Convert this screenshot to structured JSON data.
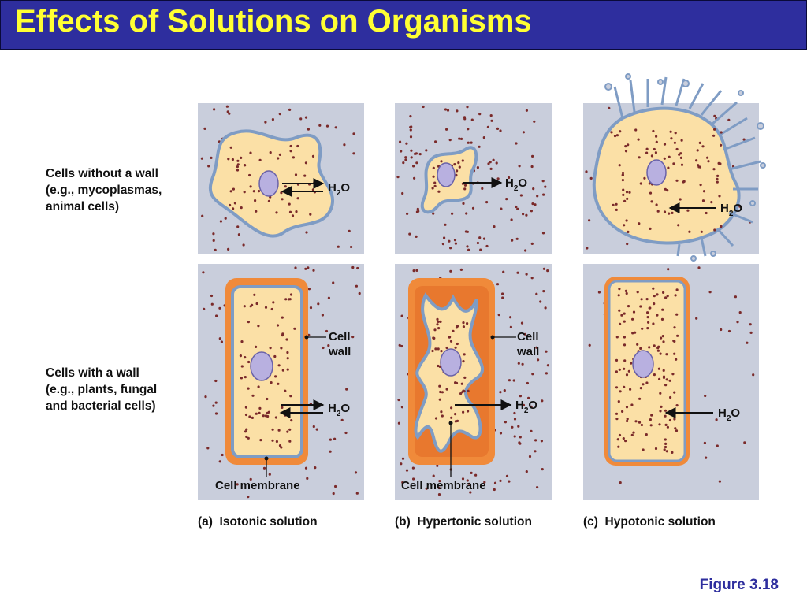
{
  "title": "Effects of Solutions on Organisms",
  "row_labels": {
    "without_wall": [
      "Cells without a wall",
      "(e.g., mycoplasmas,",
      "animal cells)"
    ],
    "with_wall": [
      "Cells with a wall",
      "(e.g., plants, fungal",
      "and bacterial cells)"
    ]
  },
  "panels": [
    {
      "caption": "(a)  Isotonic solution"
    },
    {
      "caption": "(b)  Hypertonic solution"
    },
    {
      "caption": "(c)  Hypotonic solution"
    }
  ],
  "labels": {
    "water": "H",
    "water_sub": "2",
    "water_end": "O",
    "cell_wall_1": "Cell",
    "cell_wall_2": "wall",
    "cell_membrane": "Cell membrane"
  },
  "figure_ref": "Figure 3.18",
  "colors": {
    "title_bg": "#2e2e9e",
    "title_text": "#ffff33",
    "panel_bg": "#c9cedc",
    "dot": "#7a2a2a",
    "cytoplasm": "#fbe0a6",
    "membrane": "#7f9cc4",
    "wall": "#f08a3a",
    "nucleus": "#b8b0e0"
  }
}
